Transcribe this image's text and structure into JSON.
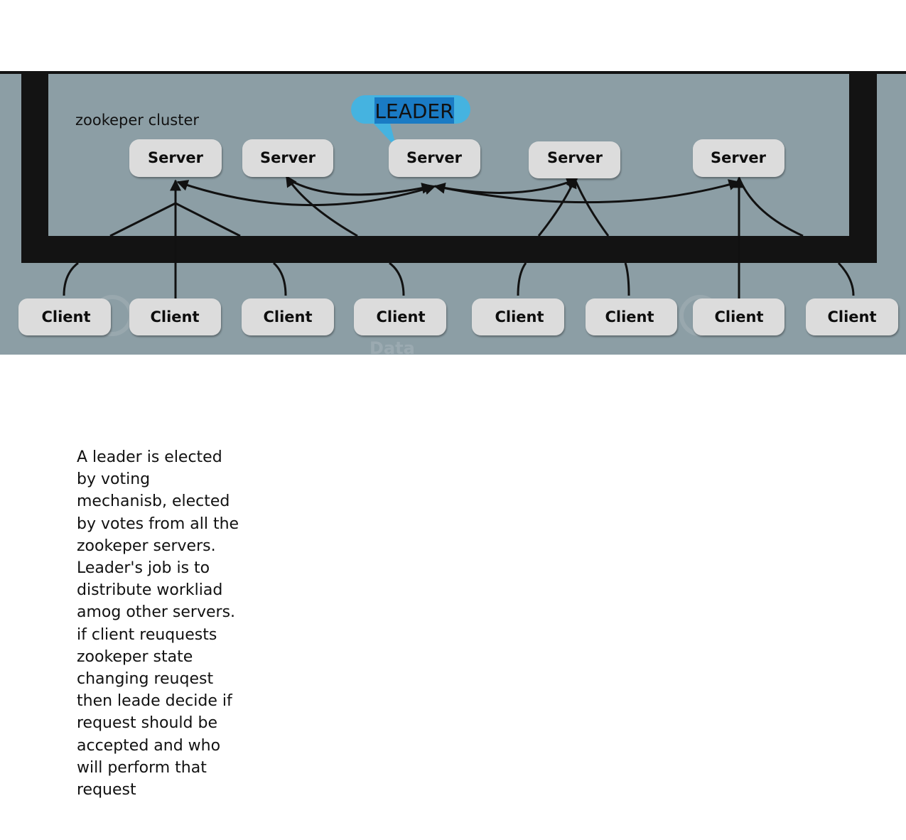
{
  "cluster": {
    "label": "zookeper cluster"
  },
  "leader_badge": {
    "text": "LEADER"
  },
  "servers": [
    {
      "label": "Server"
    },
    {
      "label": "Server"
    },
    {
      "label": "Server"
    },
    {
      "label": "Server"
    },
    {
      "label": "Server"
    }
  ],
  "clients": [
    {
      "label": "Client"
    },
    {
      "label": "Client"
    },
    {
      "label": "Client"
    },
    {
      "label": "Client"
    },
    {
      "label": "Client"
    },
    {
      "label": "Client"
    },
    {
      "label": "Client"
    },
    {
      "label": "Client"
    }
  ],
  "watermark": {
    "text": "Data"
  },
  "note": {
    "text": "A leader is elected by voting mechanisb, elected by votes from all the zookeper servers. Leader's job is to distribute workliad amog other servers. if client reuquests zookeper state changing reuqest then leade decide if request should be accepted and who will perform that request"
  },
  "colors": {
    "panel": "#8c9ea5",
    "frame": "#131313",
    "box_fill": "#dcdcdc",
    "leader_bubble": "#45b3e0",
    "leader_highlight": "#1a7bc4"
  }
}
